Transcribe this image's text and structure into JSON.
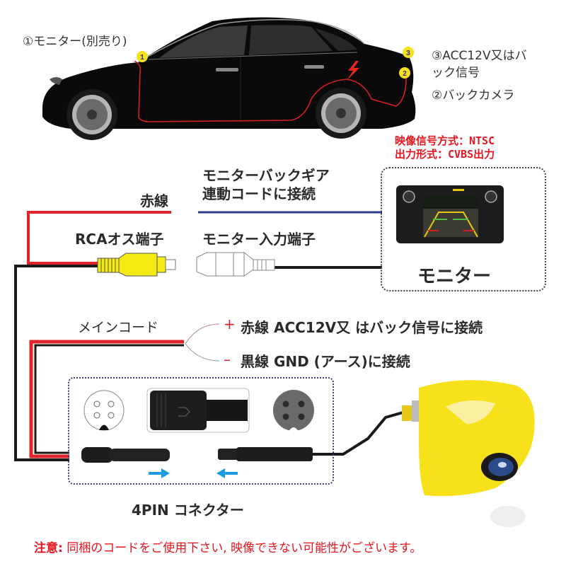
{
  "car": {
    "label_monitor": "①モニター(別売り)",
    "label_acc_line1": "③ACC12V又はバ",
    "label_acc_line2": "ック信号",
    "label_camera": "②バックカメラ",
    "markers": [
      "1",
      "2",
      "3"
    ]
  },
  "spec": {
    "video_signal": "映像信号方式：NTSC",
    "output_format": "出力形式：CVBS出力"
  },
  "wiring": {
    "red_wire_label": "赤線",
    "reverse_gear_line1": "モニターバックギア",
    "reverse_gear_line2": "連動コードに接続",
    "rca_male_label": "RCAオス端子",
    "monitor_input_label": "モニター入力端子",
    "monitor_label": "モニター",
    "main_cord_label": "メインコード",
    "plus_sign": "+",
    "minus_sign": "–",
    "red_line_desc": "赤線  ACC12V又 はバック信号に接続",
    "black_line_desc": "黒線  GND (アース)に接続",
    "connector_label": "4PIN コネクター"
  },
  "notice": {
    "prefix": "注意:",
    "text": " 同梱のコードをご使用下さい, 映像できない可能性がございます。"
  },
  "colors": {
    "red_wire": "#e2232a",
    "black_wire": "#1a1a1a",
    "blue_wire": "#2a3a8f",
    "rca_yellow": "#f5ea14",
    "camera_yellow": "#f7e11a",
    "arrow_blue": "#1e9be0",
    "notice_red": "#e8141e",
    "marker_yellow": "#f3e21c"
  }
}
